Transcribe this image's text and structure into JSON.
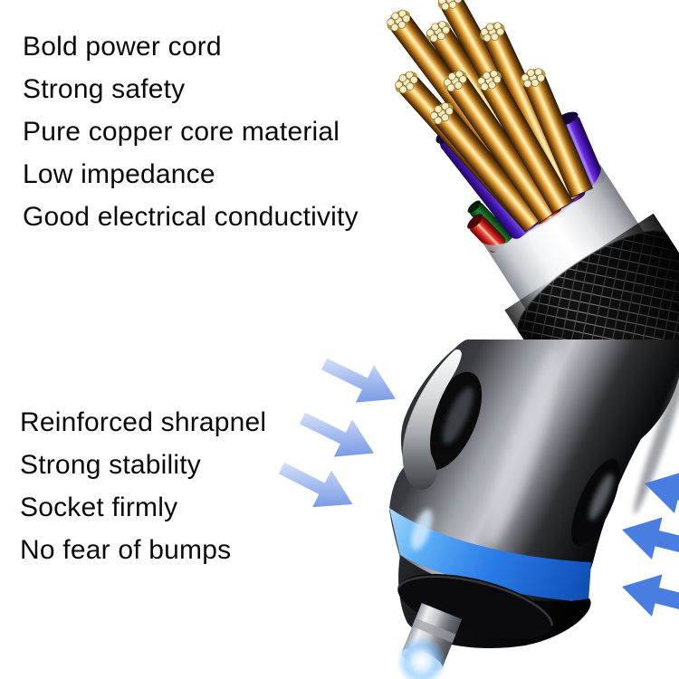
{
  "background": "#ffffff",
  "sections": {
    "cable": {
      "features": [
        "Bold power cord",
        "Strong safety",
        "Pure copper core material",
        "Low impedance",
        "Good electrical conductivity"
      ]
    },
    "charger": {
      "features": [
        "Reinforced shrapnel",
        "Strong stability",
        "Socket firmly",
        "No fear of bumps"
      ]
    }
  },
  "icons": {
    "airflow_in": "arrow-right-down-icon",
    "airflow_out": "arrow-left-up-icon"
  },
  "colors": {
    "text": "#0a0a0a",
    "arrow_solid_blue": "#4a7de0",
    "arrow_gradient_tip": "#5b84dd",
    "charger_band_blue": "#2b7de8",
    "wire_purple": "#5a22d8",
    "wire_red": "#d81e1e",
    "copper_gold": "#e8b050",
    "sheath_white": "#f2f3f5",
    "glow_blue": "#9fd0ff"
  }
}
